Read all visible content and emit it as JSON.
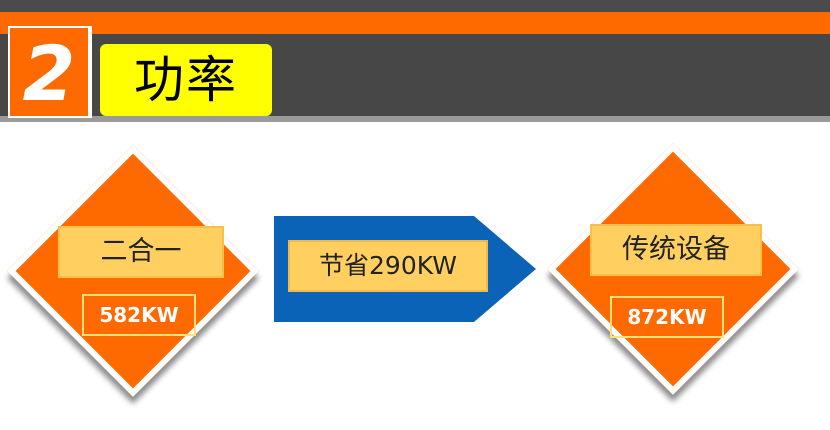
{
  "header": {
    "number": "2",
    "title": "功率"
  },
  "left": {
    "label": "二合一",
    "value": "582KW"
  },
  "arrow": {
    "label": "节省290KW"
  },
  "right": {
    "label": "传统设备",
    "value": "872KW"
  },
  "colors": {
    "orange": "#ff6a00",
    "dark_gray": "#474747",
    "yellow": "#ffff00",
    "label_gold": "#ffd060",
    "arrow_blue": "#0b63b8"
  }
}
